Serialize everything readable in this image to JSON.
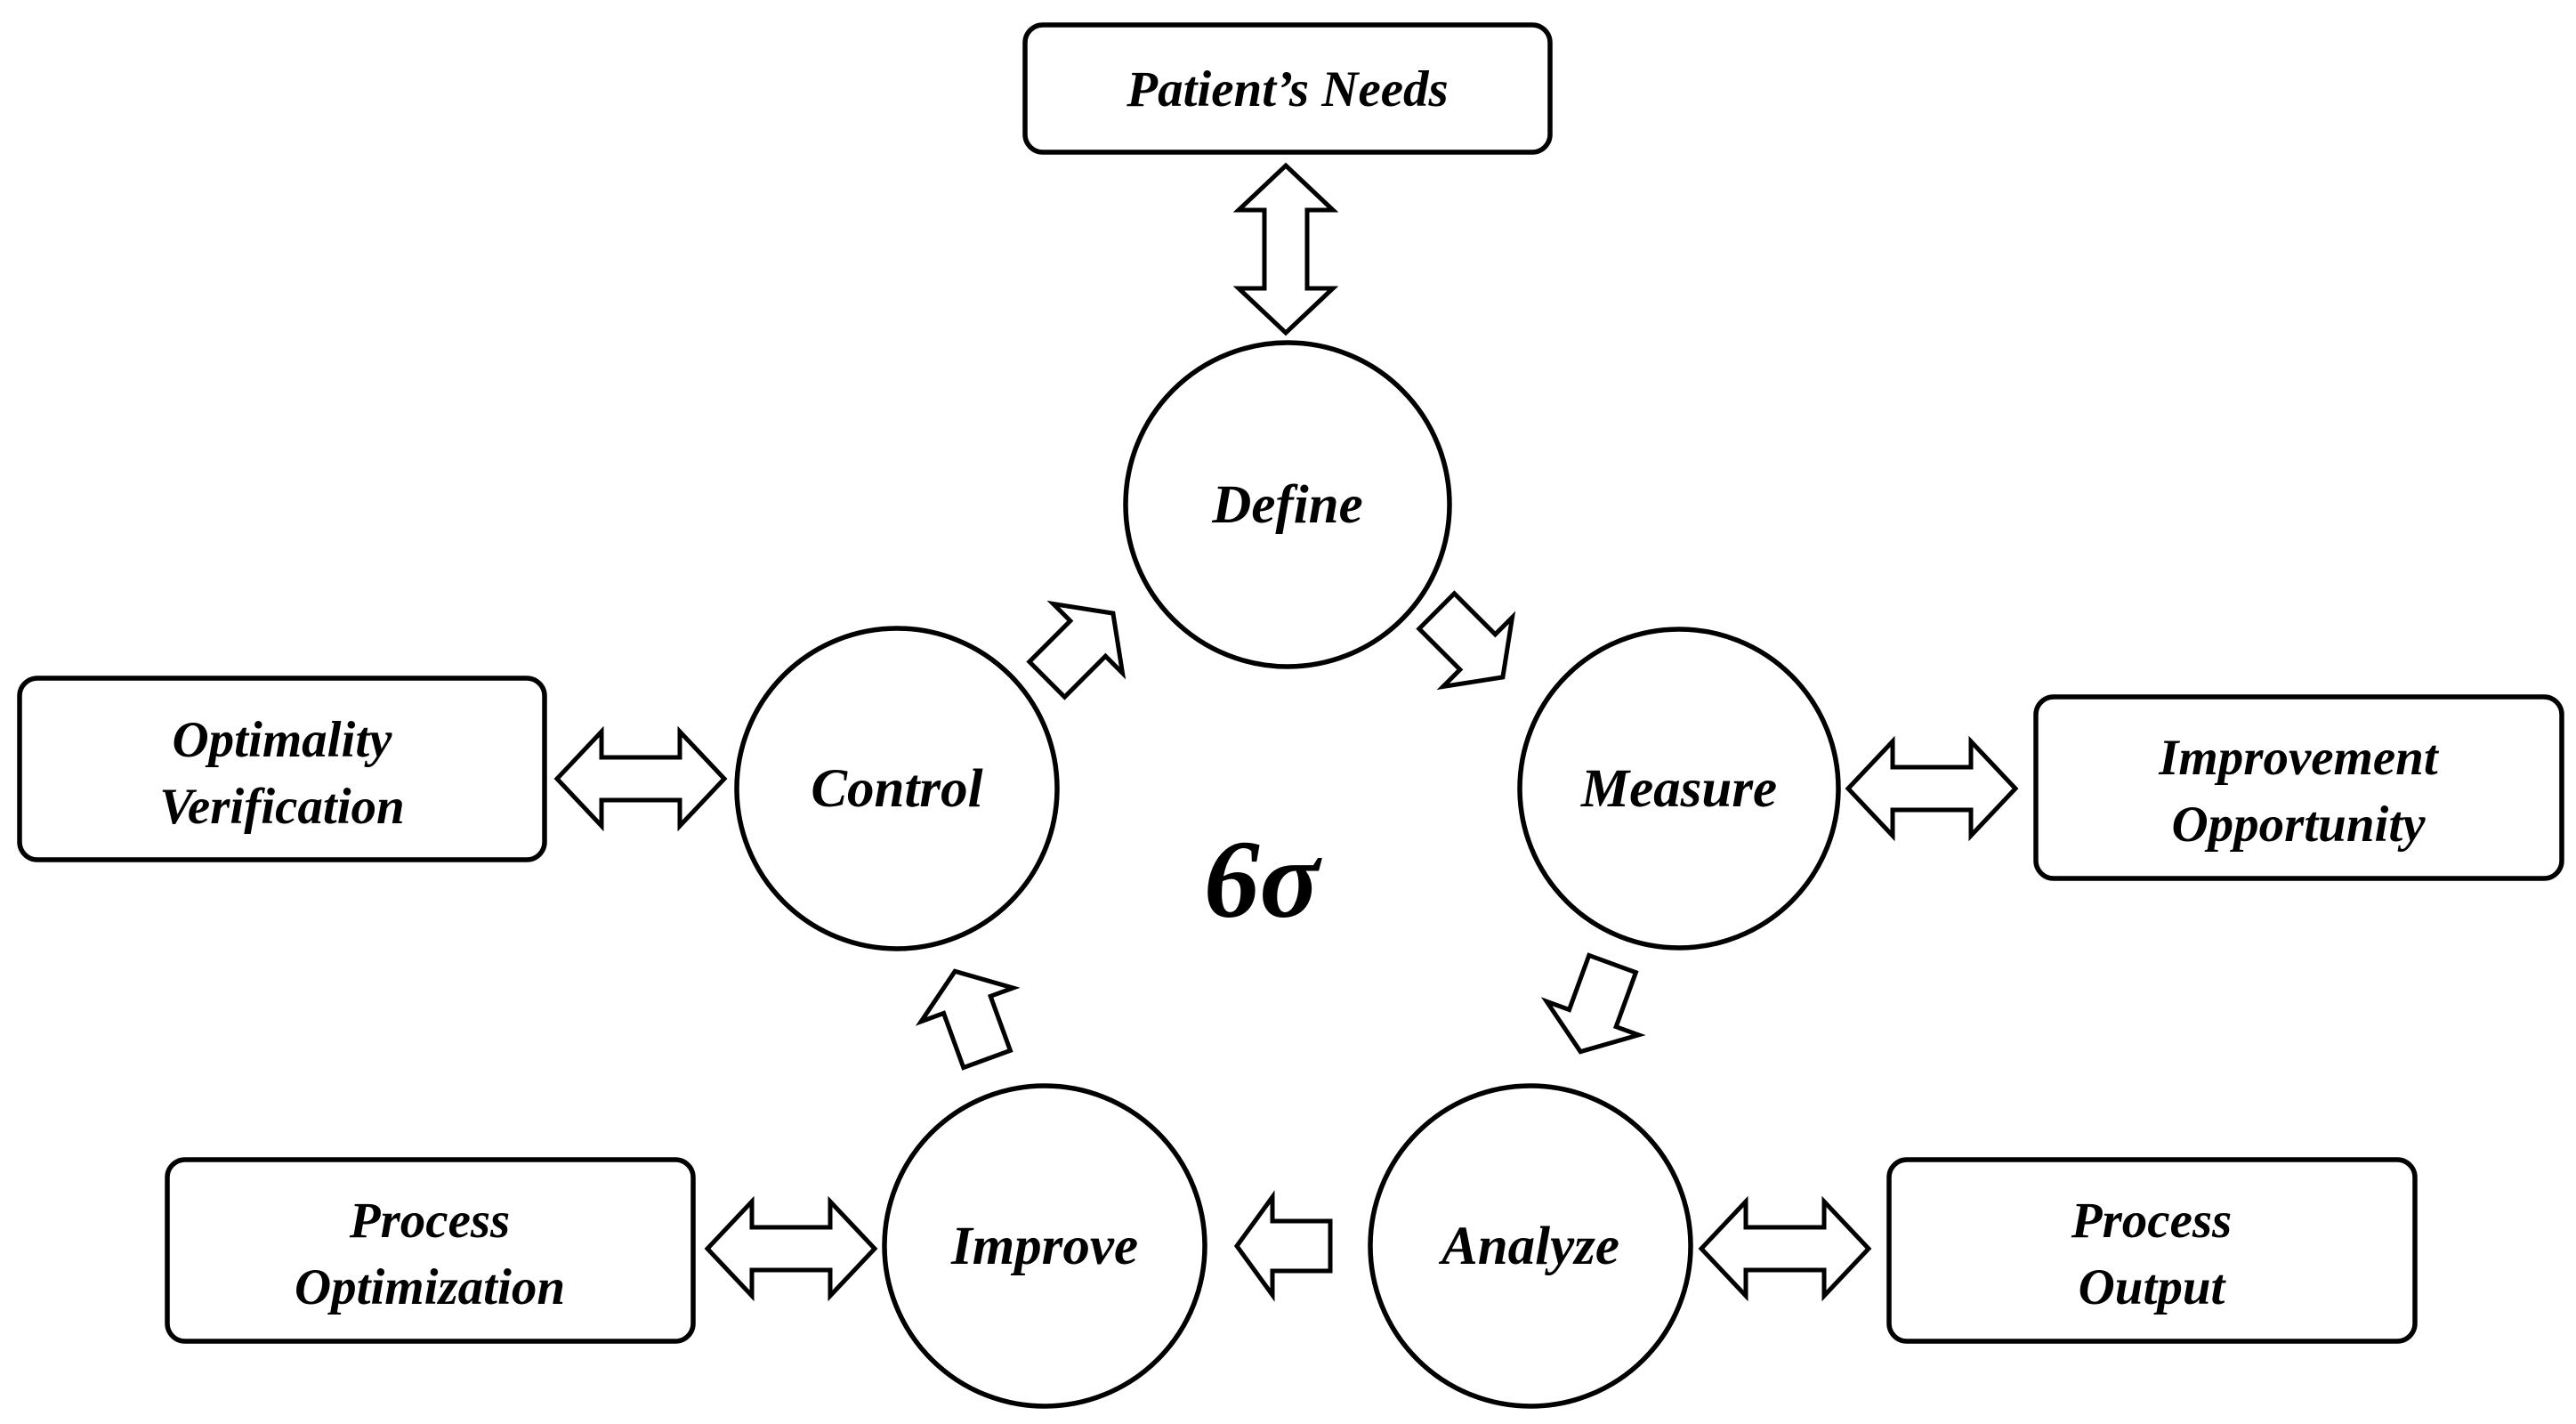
{
  "center_label": "6σ",
  "phases": {
    "define": "Define",
    "measure": "Measure",
    "analyze": "Analyze",
    "improve": "Improve",
    "control": "Control"
  },
  "outcomes": {
    "patients_needs": [
      "Patient’s Needs"
    ],
    "improvement_opportunity": [
      "Improvement",
      "Opportunity"
    ],
    "process_output": [
      "Process",
      "Output"
    ],
    "process_optimization": [
      "Process",
      "Optimization"
    ],
    "optimality_verification": [
      "Optimality",
      "Verification"
    ]
  },
  "colors": {
    "stroke": "#000000",
    "fill": "#ffffff"
  }
}
